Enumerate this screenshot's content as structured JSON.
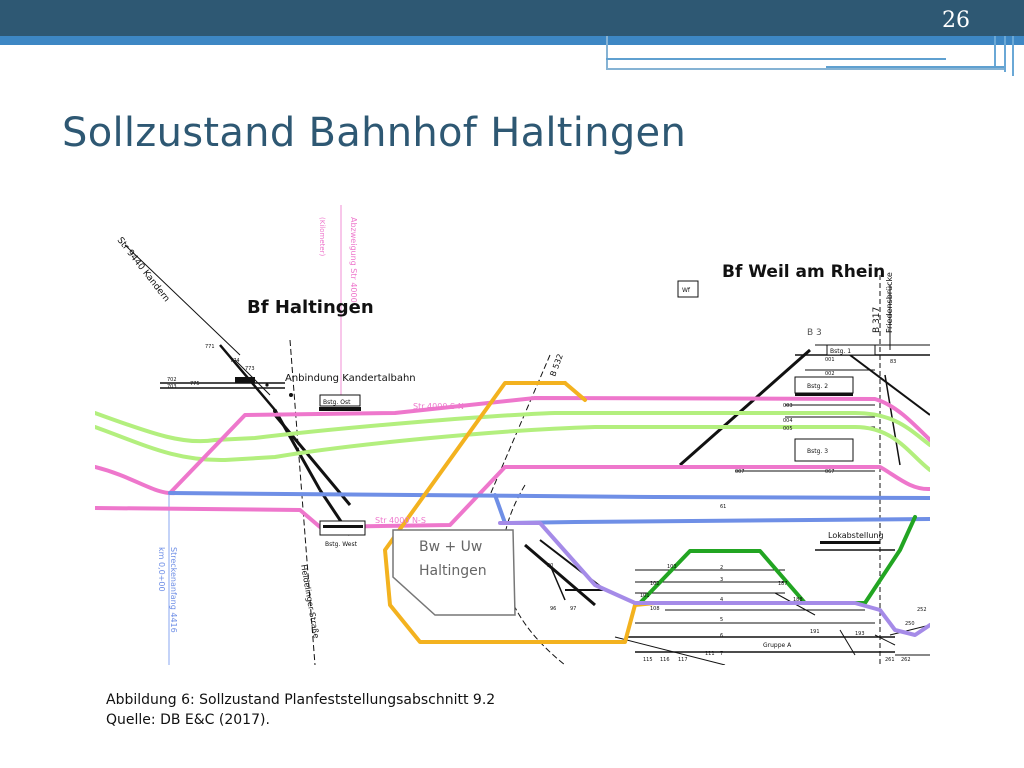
{
  "slide": {
    "page_number": "26",
    "title": "Sollzustand Bahnhof Haltingen",
    "caption_line1": "Abbildung 6: Sollzustand Planfeststellungsabschnitt 9.2",
    "caption_line2": "Quelle: DB E&C (2017)."
  },
  "diagram": {
    "station_haltingen": "Bf Haltingen",
    "station_weil": "Bf Weil am Rhein",
    "str_9440": "Str 9440   Kandern",
    "anbindung": "Anbindung Kandertalbahn",
    "str_4000_sn": "Str 4000 S-N",
    "str_4000_ns": "Str 4000 N-S",
    "b532": "B 532",
    "b3": "B 3",
    "b317": "B 317",
    "friedensbruecke": "Friedensbrücke",
    "bw_uw_1": "Bw + Uw",
    "bw_uw_2": "Haltingen",
    "bstg_ost": "Bstg. Ost",
    "bstg_west": "Bstg. West",
    "bstg_1": "Bstg. 1",
    "bstg_2": "Bstg. 2",
    "bstg_3": "Bstg. 3",
    "wf": "Wf",
    "lokabstellung": "Lokabstellung",
    "gruppe_a": "Gruppe A",
    "heldelinger": "Heldelinger Straße",
    "streckenanfang": "Streckenanfang 4416",
    "km": "km 0,0+00",
    "abzweigung_top": "Abzweigung Str 4000",
    "abzweigung_sub": "(Kilometer)",
    "num_702": "702",
    "num_703": "703",
    "num_771": "771",
    "num_772": "772",
    "num_773": "773",
    "num_774": "774",
    "num_775": "775",
    "num_001": "001",
    "num_002": "002",
    "num_003": "003",
    "num_004": "004",
    "num_005": "005",
    "num_007": "007",
    "num_067": "067",
    "num_83": "83",
    "num_61": "61",
    "num_80": "80",
    "num_96": "96",
    "num_97": "97",
    "num_101": "101",
    "num_102": "102",
    "num_103": "103",
    "num_108": "108",
    "num_2": "2",
    "num_3": "3",
    "num_4": "4",
    "num_5": "5",
    "num_6": "6",
    "num_7": "7",
    "num_187": "187",
    "num_188": "188",
    "num_191": "191",
    "num_193": "193",
    "num_111": "111",
    "num_115": "115",
    "num_116": "116",
    "num_117": "117",
    "num_250": "250",
    "num_252": "252",
    "num_261": "261",
    "num_262": "262"
  },
  "colors": {
    "header_dark": "#2e5873",
    "header_light": "#3d87c4",
    "title": "#2e5873",
    "track_pink": "#ee77cc",
    "track_green": "#b3ef7e",
    "track_blue": "#6f8fe6",
    "track_orange": "#f3b21f",
    "track_dark_green": "#22a522",
    "track_purple": "#a58be8",
    "track_black": "#111111"
  }
}
